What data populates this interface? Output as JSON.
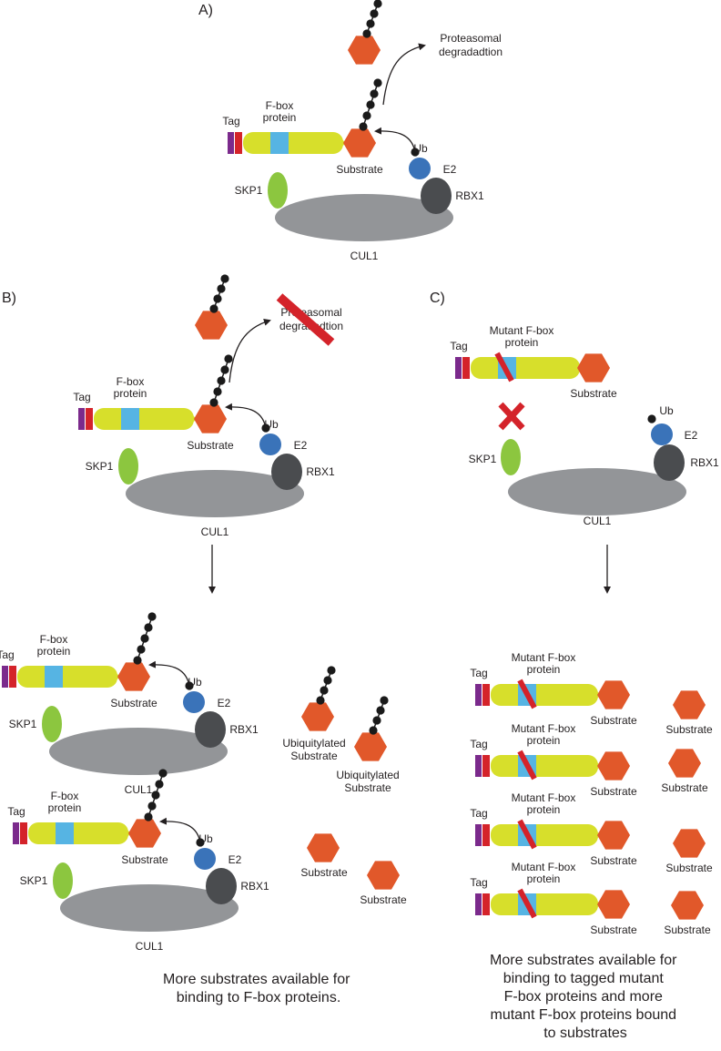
{
  "panels": {
    "a": "A)",
    "b": "B)",
    "c": "C)"
  },
  "labels": {
    "tag": "Tag",
    "fbox_line1": "F-box",
    "fbox_line2": "protein",
    "mutant_line1": "Mutant F-box",
    "mutant_line2": "protein",
    "substrate": "Substrate",
    "skp1": "SKP1",
    "ub": "Ub",
    "e2": "E2",
    "rbx1": "RBX1",
    "cul1": "CUL1",
    "proteasomal_line1": "Proteasomal",
    "proteasomal_line2": "degradadtion",
    "ubiquitylated": "Ubiquitylated"
  },
  "summaries": {
    "b": [
      "More substrates available for",
      "binding to F-box proteins."
    ],
    "c": [
      "More substrates available for",
      "binding to tagged mutant",
      "F-box proteins and more",
      "mutant F-box proteins bound",
      "to substrates"
    ]
  },
  "colors": {
    "purple_tag": "#7b2a8c",
    "red_tag": "#d4232a",
    "fbox_body": "#d7df2b",
    "fbox_domain": "#56b4e3",
    "substrate": "#e1582a",
    "skp1": "#8cc63f",
    "e2": "#3a73b9",
    "rbx1": "#4a4c4f",
    "cul1": "#939598",
    "ubiquitin": "#1a1a1a",
    "block": "#d4232a"
  }
}
